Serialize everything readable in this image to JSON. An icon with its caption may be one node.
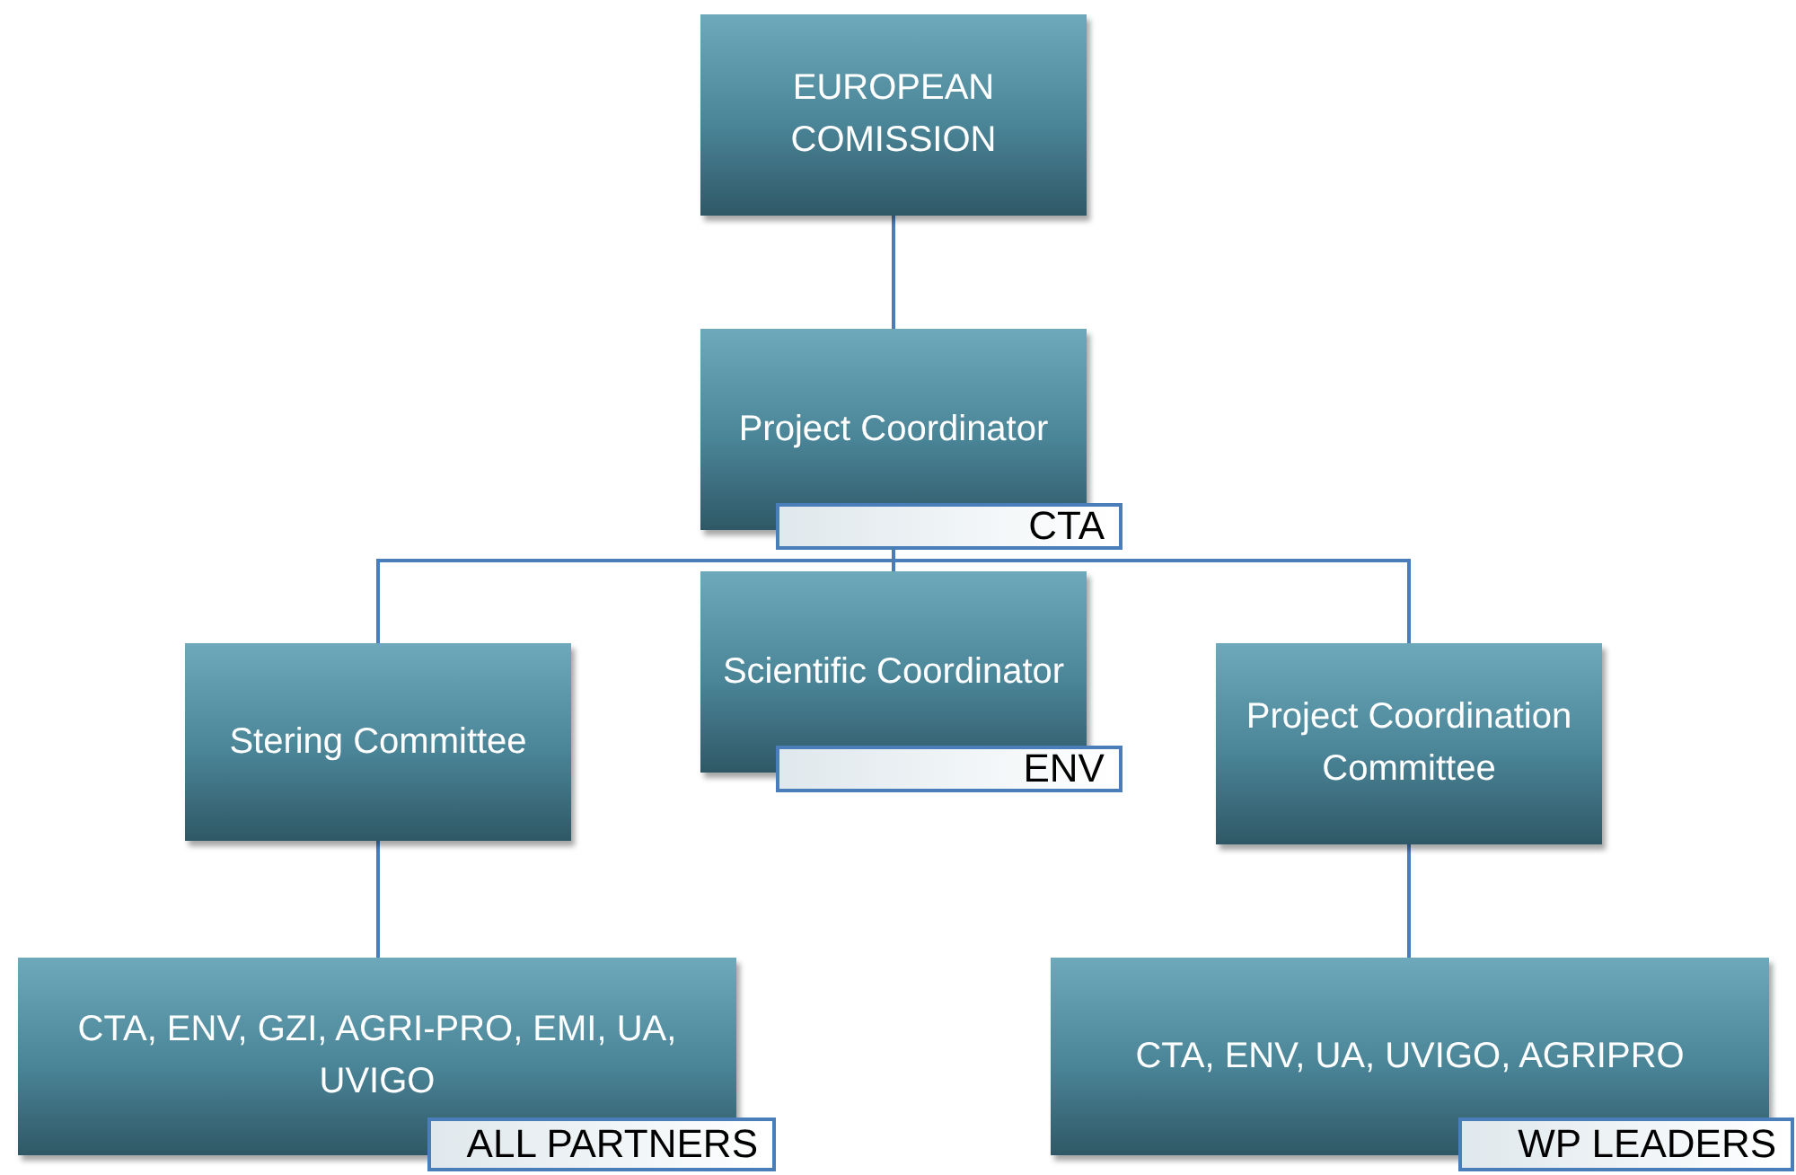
{
  "diagram": {
    "nodes": [
      {
        "text": [
          "EUROPEAN COMISSION"
        ]
      },
      {
        "text": [
          "Project Coordinator",
          "CTA"
        ]
      },
      {
        "text": [
          "Stering Committee"
        ]
      },
      {
        "text": [
          "Scientific Coordinator",
          "ENV"
        ]
      },
      {
        "text": [
          "Project Coordination Committee"
        ]
      },
      {
        "text": [
          "CTA, ENV, GZI, AGRI-PRO, EMI, UA, UVIGO",
          "ALL PARTNERS"
        ]
      },
      {
        "text": [
          "CTA, ENV, UA, UVIGO, AGRIPRO",
          "WP LEADERS"
        ]
      }
    ],
    "edges": [
      {
        "from": 0,
        "to": 1,
        "arrow": "none"
      },
      {
        "from": 1,
        "to": 2,
        "arrow": "none"
      },
      {
        "from": 1,
        "to": 3,
        "arrow": "none"
      },
      {
        "from": 1,
        "to": 4,
        "arrow": "none"
      },
      {
        "from": 2,
        "to": 5,
        "arrow": "none"
      },
      {
        "from": 4,
        "to": 6,
        "arrow": "none"
      }
    ]
  }
}
